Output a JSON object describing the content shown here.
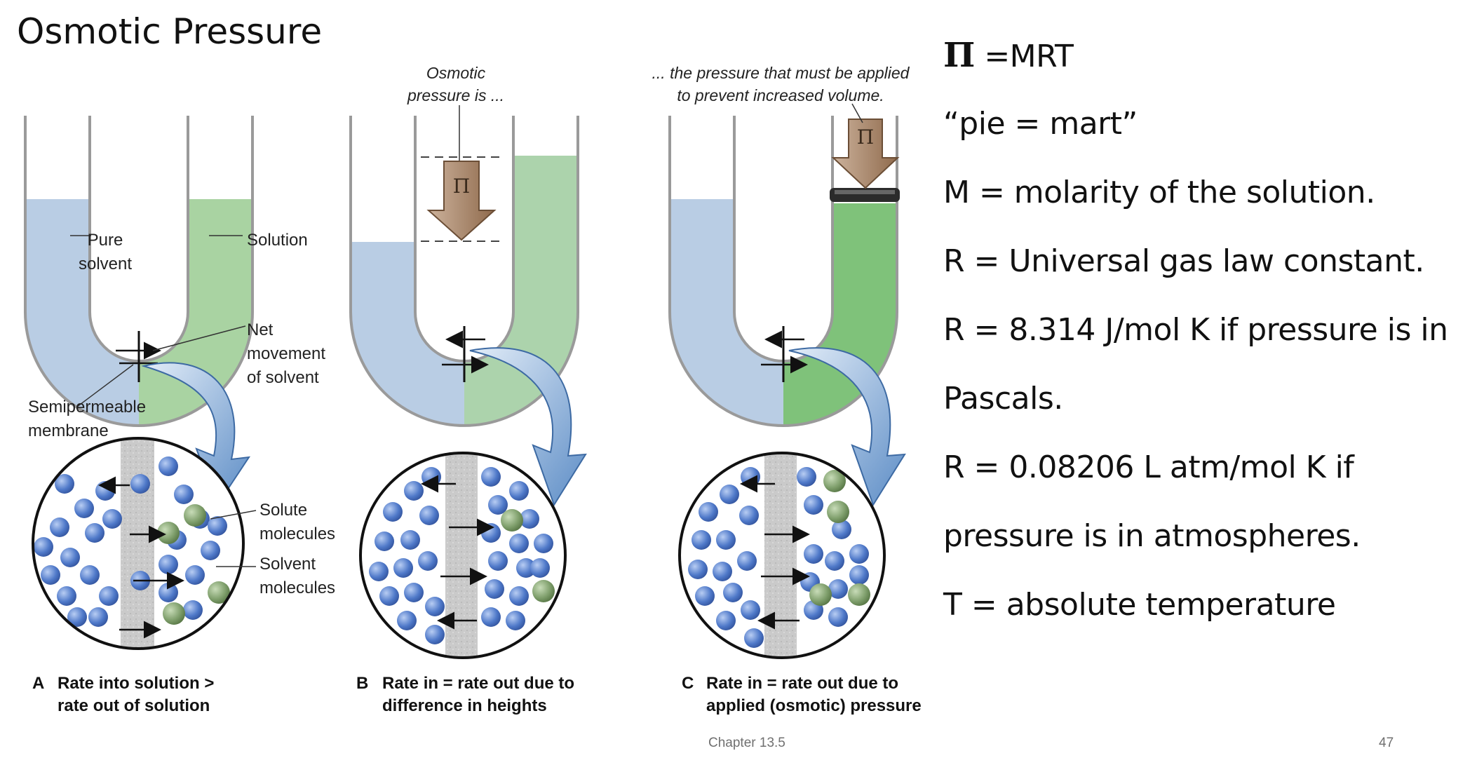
{
  "slide": {
    "title": "Osmotic Pressure",
    "footer_center": "Chapter 13.5",
    "page_number": "47"
  },
  "figure": {
    "panel_a": {
      "letter": "A",
      "caption_line1": "Rate into solution >",
      "caption_line2": "rate out of solution",
      "label_pure_1": "Pure",
      "label_pure_2": "solvent",
      "label_solution": "Solution",
      "label_net_1": "Net",
      "label_net_2": "movement",
      "label_net_3": "of solvent",
      "label_membrane_1": "Semipermeable",
      "label_membrane_2": "membrane",
      "label_solute_1": "Solute",
      "label_solute_2": "molecules",
      "label_solvent_1": "Solvent",
      "label_solvent_2": "molecules"
    },
    "panel_b": {
      "letter": "B",
      "caption_line1": "Rate in = rate out due to",
      "caption_line2": "difference in heights",
      "note_line1": "Osmotic",
      "note_line2": "pressure is ...",
      "pi_symbol": "Π"
    },
    "panel_c": {
      "letter": "C",
      "caption_line1": "Rate in = rate out due to",
      "caption_line2": "applied (osmotic) pressure",
      "note_line1": "... the pressure that must be applied",
      "note_line2": "to prevent increased volume.",
      "pi_symbol": "Π"
    },
    "colors": {
      "solvent_blue": "#b9cde4",
      "solution_green": "#a9d3a2",
      "molecule_blue": "#4f79c9",
      "molecule_green": "#7f9f6c",
      "arrow_brown": "#a77f60",
      "membrane_gray": "#c9c9c9"
    }
  },
  "equations": {
    "pi_symbol": "Π",
    "formula": " =MRT",
    "mnemonic": "“pie = mart”",
    "m_def": "M = molarity of the solution.",
    "r_def": "R = Universal gas law constant.",
    "r_si_line1": "R = 8.314 J/mol K if pressure is in",
    "r_si_line2": "Pascals.",
    "r_atm_line1": "R = 0.08206 L atm/mol K if",
    "r_atm_line2": "pressure is in atmospheres.",
    "t_def": "T = absolute temperature"
  }
}
